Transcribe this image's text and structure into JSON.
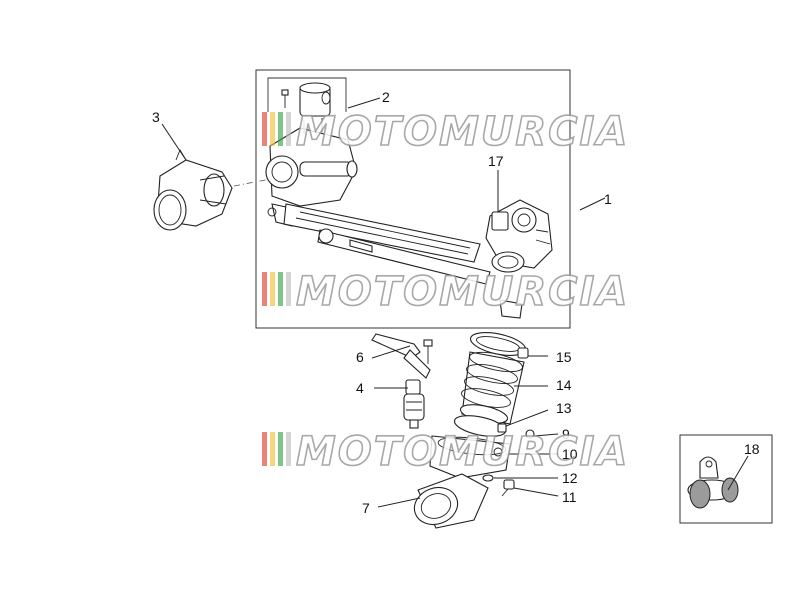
{
  "callouts": [
    {
      "id": "1",
      "label": "1"
    },
    {
      "id": "2",
      "label": "2"
    },
    {
      "id": "3",
      "label": "3"
    },
    {
      "id": "4",
      "label": "4"
    },
    {
      "id": "6",
      "label": "6"
    },
    {
      "id": "7",
      "label": "7"
    },
    {
      "id": "9",
      "label": "9"
    },
    {
      "id": "10",
      "label": "10"
    },
    {
      "id": "11",
      "label": "11"
    },
    {
      "id": "12",
      "label": "12"
    },
    {
      "id": "13",
      "label": "13"
    },
    {
      "id": "14",
      "label": "14"
    },
    {
      "id": "15",
      "label": "15"
    },
    {
      "id": "17",
      "label": "17"
    },
    {
      "id": "18",
      "label": "18"
    }
  ],
  "watermark": {
    "text": "MOTOMURCIA",
    "colors": [
      "#e23b2e",
      "#f2c230",
      "#3aa34a",
      "#bdbdbd"
    ]
  }
}
